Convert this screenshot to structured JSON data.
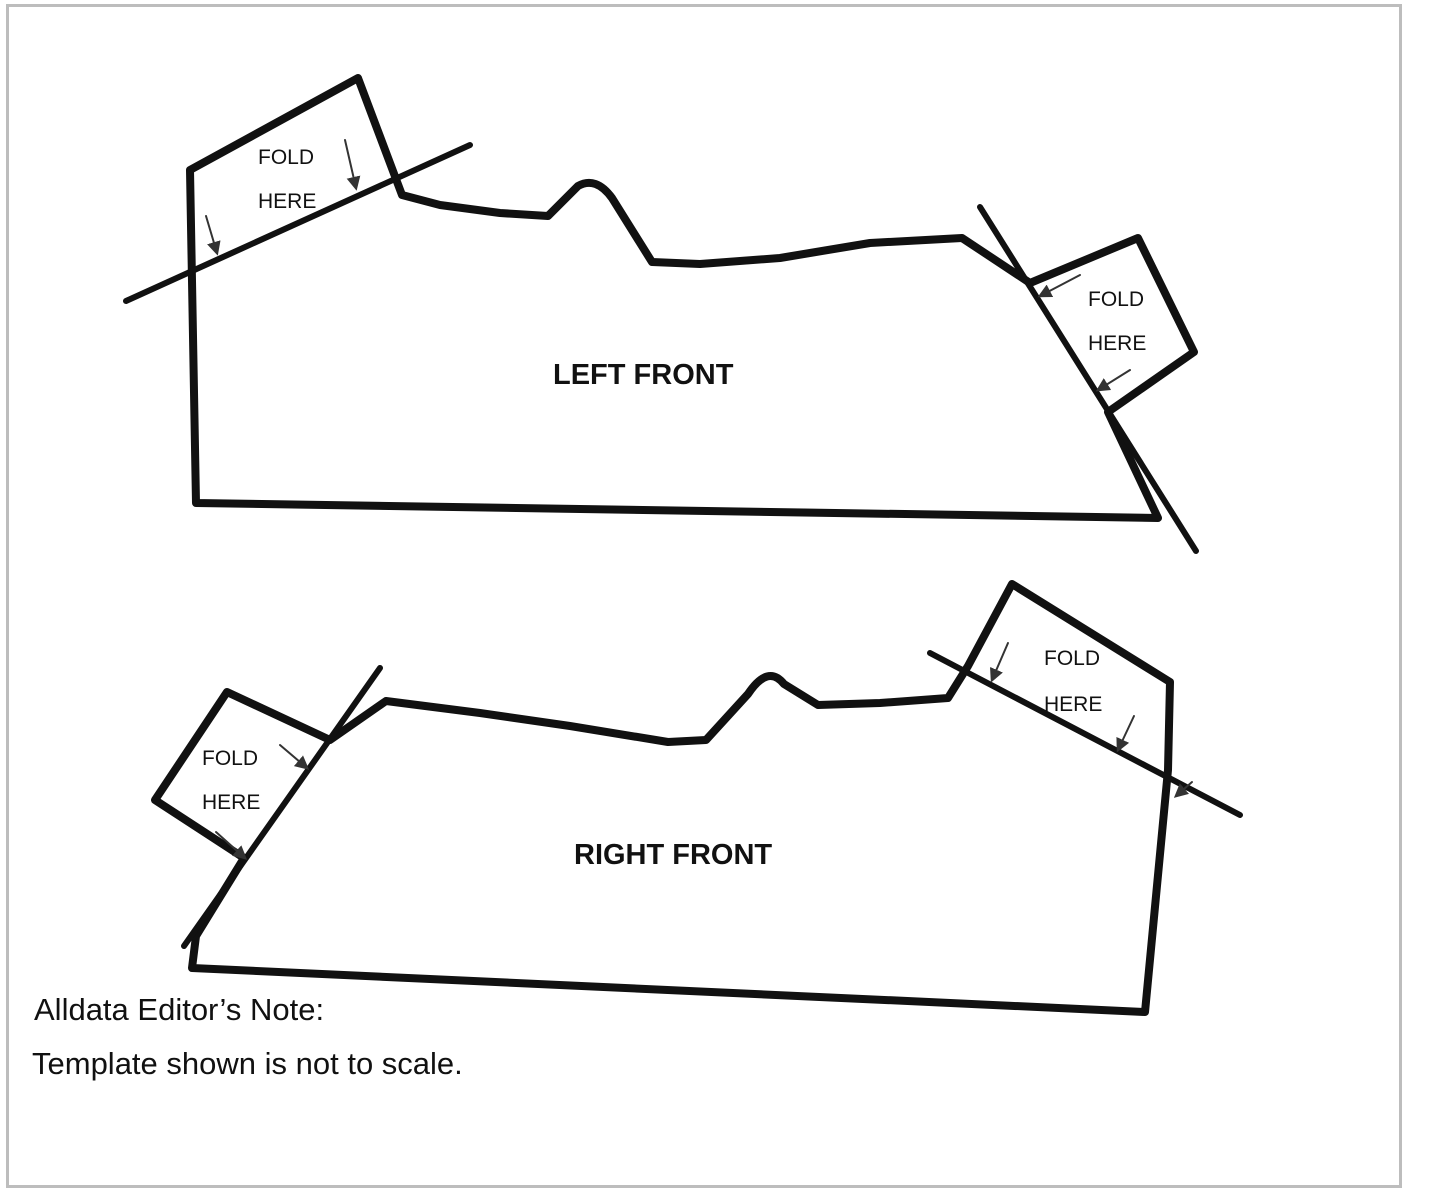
{
  "left_front": {
    "title": "LEFT FRONT",
    "fold_left": [
      "FOLD",
      "HERE"
    ],
    "fold_right": [
      "FOLD",
      "HERE"
    ]
  },
  "right_front": {
    "title": "RIGHT FRONT",
    "fold_left": [
      "FOLD",
      "HERE"
    ],
    "fold_right": [
      "FOLD",
      "HERE"
    ]
  },
  "note": {
    "line1": "Alldata Editor’s Note:",
    "line2": "Template shown is not  to scale."
  },
  "colors": {
    "ink": "#111111",
    "frame": "#bdbdbd"
  }
}
